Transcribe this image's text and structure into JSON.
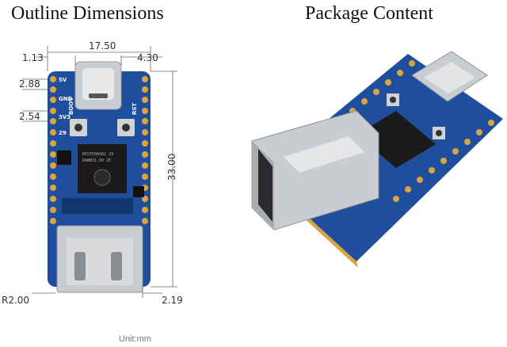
{
  "headings": {
    "outline": "Outline Dimensions",
    "package": "Package Content"
  },
  "dimensions": {
    "width_top": "17.50",
    "left_offset": "1.13",
    "right_offset": "4.30",
    "pin_offset_1": "2.88",
    "pin_pitch": "2.54",
    "height": "33.00",
    "corner_radius": "R2.00",
    "bottom_offset": "2.19"
  },
  "pin_labels": {
    "p5v": "5V",
    "gnd": "GND",
    "p3v3": "3V3",
    "boot": "BOOT",
    "rst": "RST",
    "p29": "29"
  },
  "chip": {
    "line1": "RP2350A0A2 29",
    "line2": "RAWN31.00 2E"
  },
  "unit": "Unit:mm",
  "colors": {
    "pcb": "#1f4f9c",
    "pad": "#d9a441",
    "usb_metal": "#c9ccd0",
    "chip": "#1a1a1a"
  }
}
